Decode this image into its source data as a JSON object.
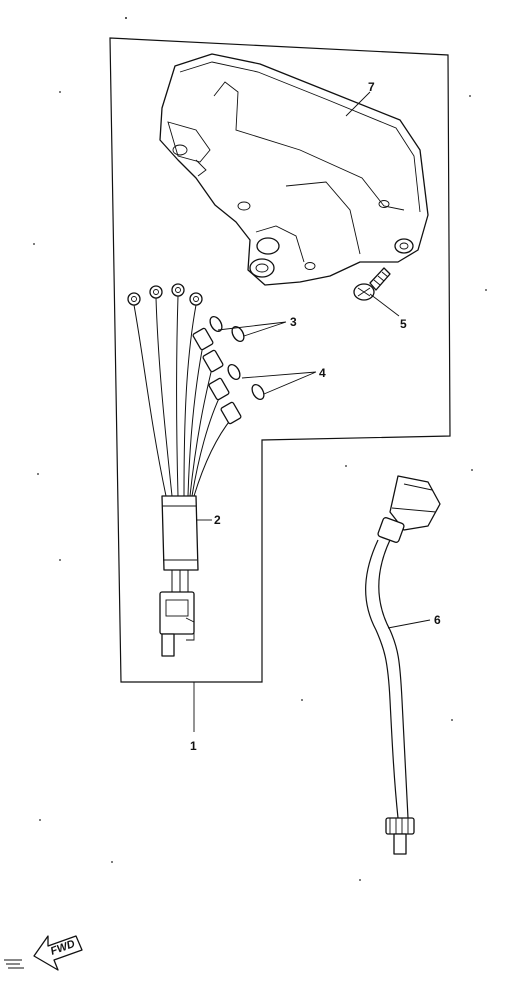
{
  "callouts": {
    "c1": "1",
    "c2": "2",
    "c3": "3",
    "c4": "4",
    "c5": "5",
    "c6": "6",
    "c7": "7"
  },
  "forward_arrow": "FWD"
}
